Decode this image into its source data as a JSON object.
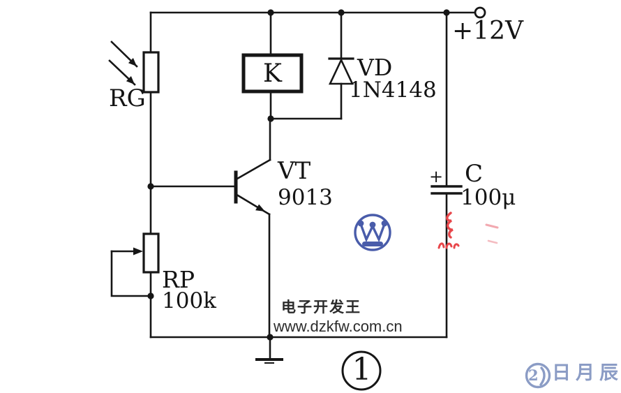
{
  "colors": {
    "line": "#161616",
    "watermark_blue": "#3a4fa3",
    "corner_logo_blue": "#8b9cc5",
    "red_mark": "#e8474b",
    "site_text": "#2b2b2b",
    "background": "#ffffff"
  },
  "power": {
    "label": "+12V"
  },
  "components": {
    "photoresistor": {
      "label": "RG"
    },
    "relay": {
      "label": "K"
    },
    "diode": {
      "label": "VD",
      "part": "1N4148"
    },
    "transistor": {
      "label": "VT",
      "part": "9013"
    },
    "capacitor": {
      "label": "C",
      "value": "100μ",
      "polarity": "+"
    },
    "potentiometer": {
      "label": "RP",
      "value": "100k"
    }
  },
  "figure": {
    "number": "1"
  },
  "watermarks": {
    "site_name": "电子开发王",
    "site_url": "www.dzkfw.com.cn",
    "corner_logo_text": "日月辰",
    "corner_logo_glyph": "2"
  }
}
